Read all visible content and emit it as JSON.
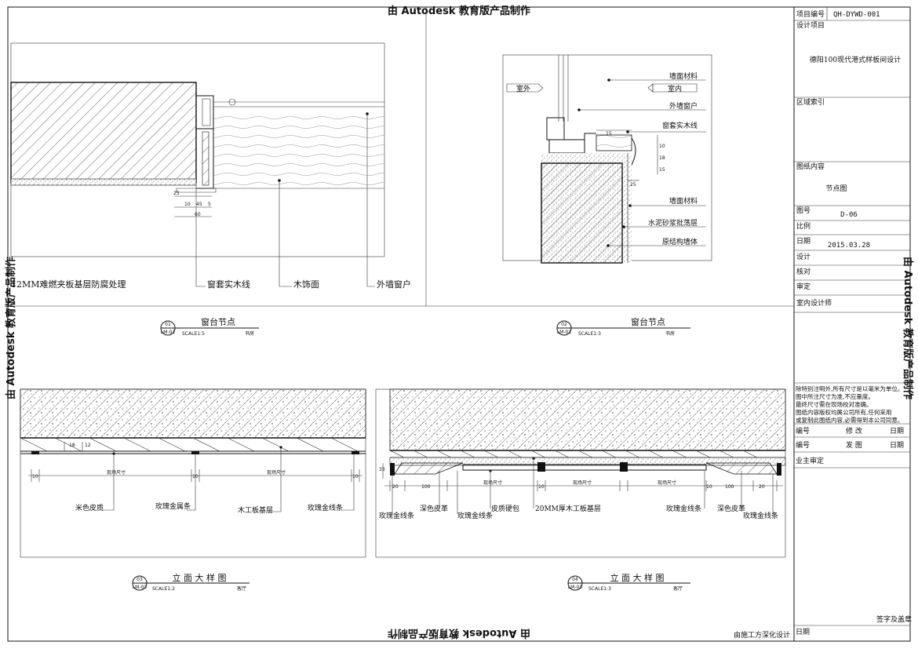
{
  "watermark": "由 Autodesk 教育版产品制作",
  "title_block": {
    "project_no_label": "项目编号",
    "project_no": "QH-DYWD-001",
    "design_project_label": "设计项目",
    "design_project": "德阳100现代港式样板间设计",
    "zone_index_label": "区域索引",
    "drawing_content_label": "图纸内容",
    "drawing_content": "节点图",
    "drawing_no_label": "图号",
    "drawing_no": "D-06",
    "scale_label": "比例",
    "date_label": "日期",
    "date": "2015.03.28",
    "design_label": "设计",
    "check_label": "核对",
    "review_label": "审定",
    "interior_designer_label": "室内设计师",
    "notes": [
      "除特别注明外,所有尺寸是以毫米为单位。",
      "图中所注尺寸为准,不应量度。",
      "最终尺寸需在现场校对准确。",
      "图纸内容版权均属公司所有,任何采用",
      "或复制此图纸内容,必需得到本公司同意。"
    ],
    "rev_no_label": "编号",
    "rev_modify_label": "修 改",
    "rev_date_label": "日期",
    "issue_no_label": "编号",
    "issue_label": "发 图",
    "issue_date_label": "日期",
    "owner_review_label": "业主审定",
    "sign_stamp_label": "签字及盖章",
    "final_date_label": "日期"
  },
  "company": "由施工方深化设计",
  "view1": {
    "title": "窗台节点",
    "num": "01",
    "ref": "LM-01",
    "scale": "SCALE1:5",
    "room": "书房",
    "labels": {
      "board": "12MM难燃夹板基层防腐处理",
      "trim": "窗套实木线",
      "wood": "木饰面",
      "window": "外墙窗户"
    },
    "dims": [
      "25",
      "10",
      "45",
      "5",
      "60"
    ]
  },
  "view2": {
    "title": "窗台节点",
    "num": "02",
    "ref": "LM-01",
    "scale": "SCALE1:3",
    "room": "书房",
    "outside": "室外",
    "inside": "室内",
    "labels": {
      "wall_mat_top": "墙面材料",
      "window": "外墙窗户",
      "trim": "窗套实木线",
      "wall_mat": "墙面材料",
      "mortar": "水泥砂浆批荡层",
      "structure": "原结构墙体"
    },
    "dims": [
      "15",
      "10",
      "18",
      "15",
      "25"
    ]
  },
  "view3": {
    "title": "立 面 大 样 图",
    "num": "03",
    "ref": "LM-03",
    "scale": "SCALE1:2",
    "room": "客厅",
    "labels": {
      "leather": "米色皮质",
      "metal_strip": "玫瑰金属条",
      "base": "木工板基层",
      "gold_line": "玫瑰金线条"
    },
    "dims": [
      "10",
      "现场尺寸",
      "10",
      "现场尺寸",
      "10",
      "18",
      "12"
    ]
  },
  "view4": {
    "title": "立 面 大 样 图",
    "num": "04",
    "ref": "LM-03",
    "scale": "SCALE1:3",
    "room": "客厅",
    "labels": {
      "gold_line_left": "玫瑰金线条",
      "dark_leather_left": "深色皮革",
      "gold_line_2": "玫瑰金线条",
      "hard_pack": "皮质硬包",
      "board20": "20MM厚木工板基层",
      "gold_line_3": "玫瑰金线条",
      "dark_leather_right": "深色皮革",
      "gold_line_right": "玫瑰金线条"
    },
    "dims": [
      "33",
      "20",
      "100",
      "现场尺寸",
      "10",
      "现场尺寸",
      "现场尺寸",
      "10",
      "100",
      "20"
    ]
  }
}
